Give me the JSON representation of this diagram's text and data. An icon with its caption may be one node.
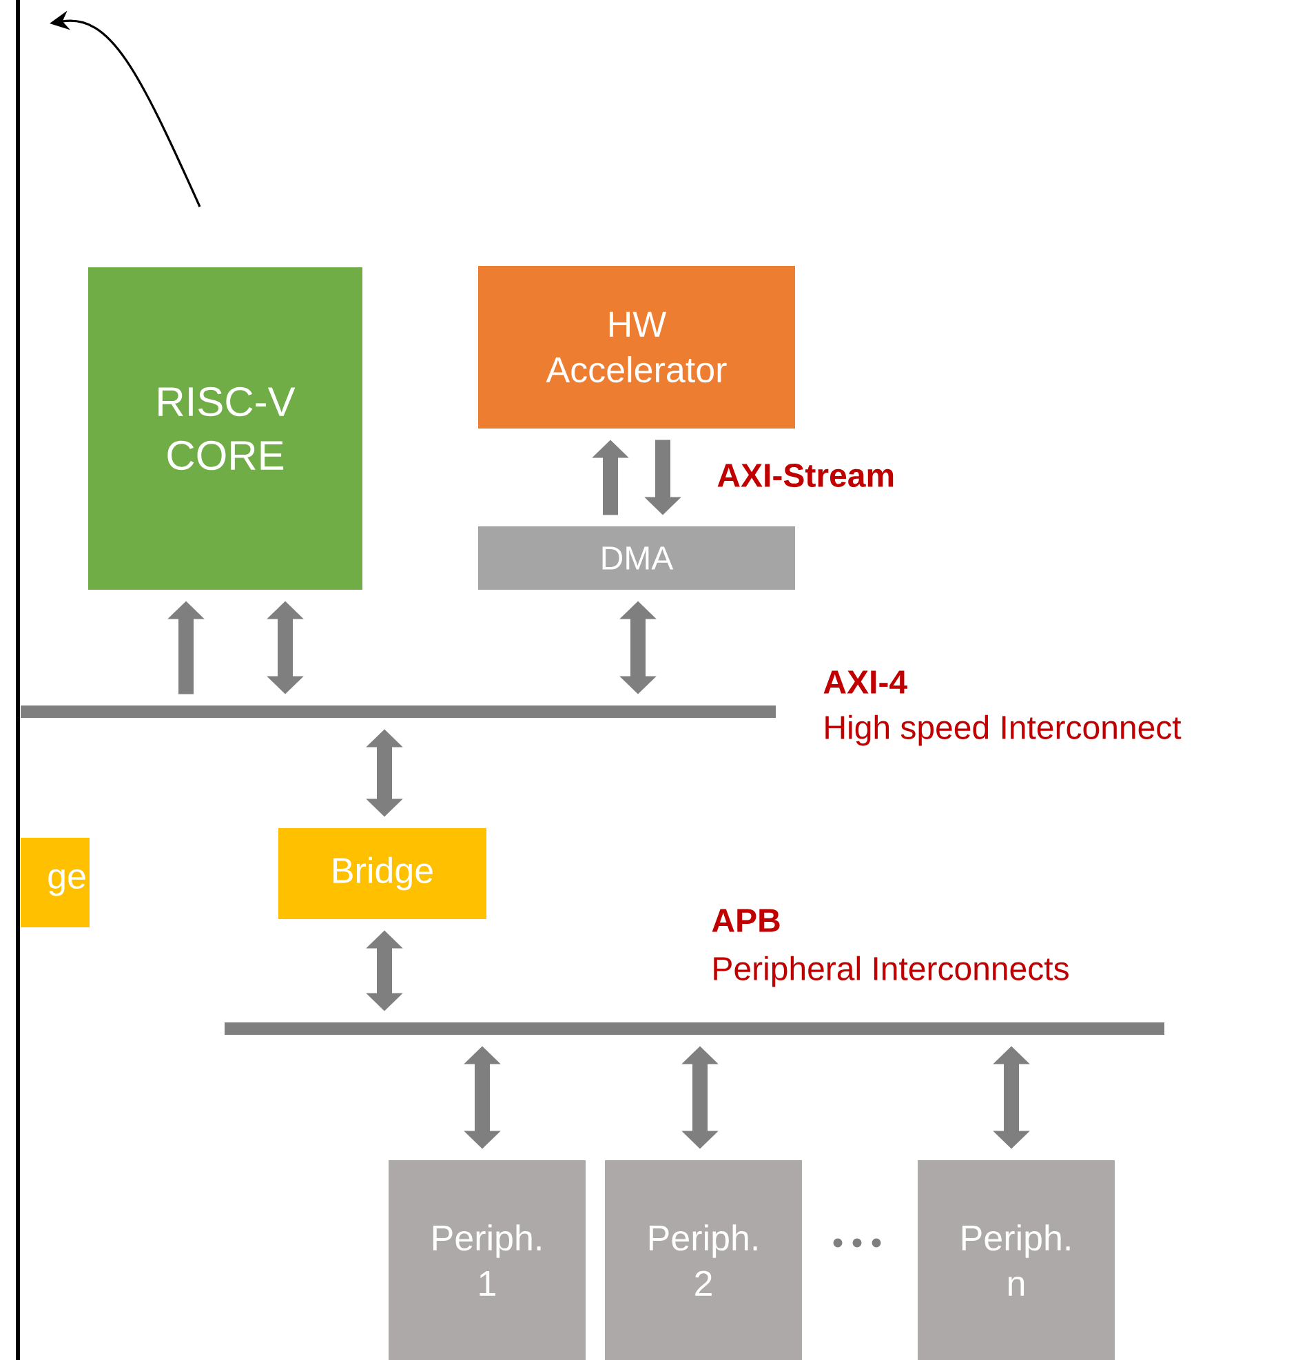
{
  "diagram": {
    "nodes": [
      {
        "text": [
          "RISC-V CORE"
        ]
      },
      {
        "text": [
          "HW Accelerator"
        ]
      },
      {
        "text": [
          "DMA"
        ]
      },
      {
        "text": [],
        "shape": "bar"
      },
      {
        "text": [
          "ge"
        ]
      },
      {
        "text": [
          "Bridge"
        ]
      },
      {
        "text": [],
        "shape": "bar"
      },
      {
        "text": [
          "Periph. 1"
        ]
      },
      {
        "text": [
          "Periph. 2"
        ]
      },
      {
        "text": [
          "Periph. n"
        ]
      }
    ],
    "edges": [
      {
        "from": 3,
        "to": 0,
        "arrow": "to"
      },
      {
        "from": 0,
        "to": 3,
        "arrow": "both"
      },
      {
        "from": 2,
        "to": 3,
        "arrow": "both"
      },
      {
        "from": 2,
        "to": 1,
        "arrow": "to"
      },
      {
        "from": 1,
        "to": 2,
        "arrow": "to"
      },
      {
        "from": 3,
        "to": 5,
        "arrow": "both"
      },
      {
        "from": 5,
        "to": 6,
        "arrow": "both"
      },
      {
        "from": 6,
        "to": 7,
        "arrow": "both"
      },
      {
        "from": 6,
        "to": 8,
        "arrow": "both"
      },
      {
        "from": 6,
        "to": 9,
        "arrow": "both"
      }
    ],
    "labels": [
      "AXI-Stream",
      "AXI-4",
      "High speed Interconnect",
      "APB",
      "Peripheral Interconnects"
    ]
  }
}
